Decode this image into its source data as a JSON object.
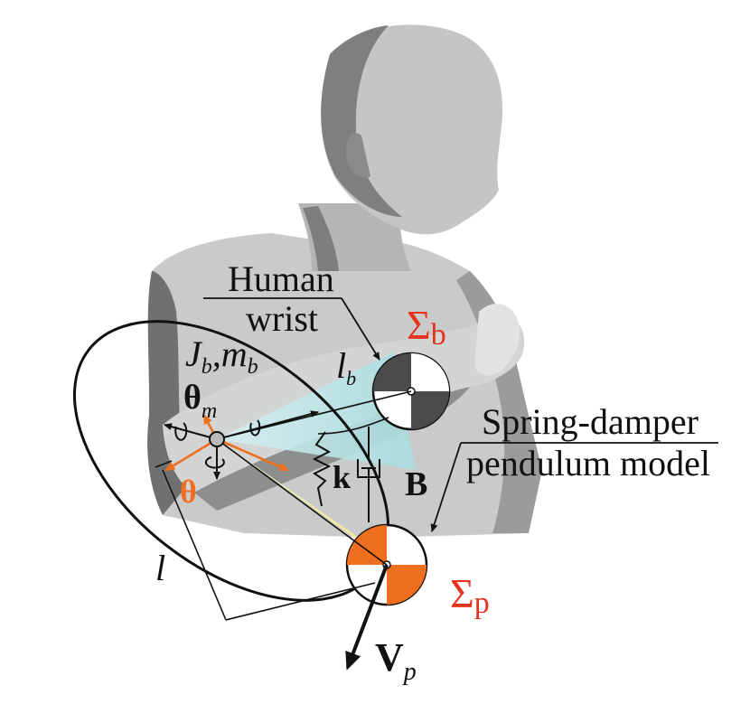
{
  "labels": {
    "human": "Human",
    "wrist": "wrist",
    "sigma_b_symbol": "Σ",
    "sigma_b_sub": "b",
    "J": "J",
    "J_sub": "b",
    "m": "m",
    "m_sub": "b",
    "comma": ",",
    "l_b": "l",
    "l_b_sub": "b",
    "theta_m": "θ",
    "theta_m_sub": "m",
    "theta": "θ",
    "k": "k",
    "B": "B",
    "spring_damper_line1": "Spring-damper",
    "spring_damper_line2": "pendulum model",
    "l": "l",
    "sigma_p_symbol": "Σ",
    "sigma_p_sub": "p",
    "V": "V",
    "V_sub": "p"
  },
  "colors": {
    "red_label": "#e8321e",
    "orange": "#ef6f1f",
    "dark_gray_disk": "#4a4c4c",
    "teal_cone": "#a8dce0",
    "yellow_cone": "#f3ec98",
    "body_gray": "#c9cbcb",
    "body_dark": "#6f7171"
  }
}
